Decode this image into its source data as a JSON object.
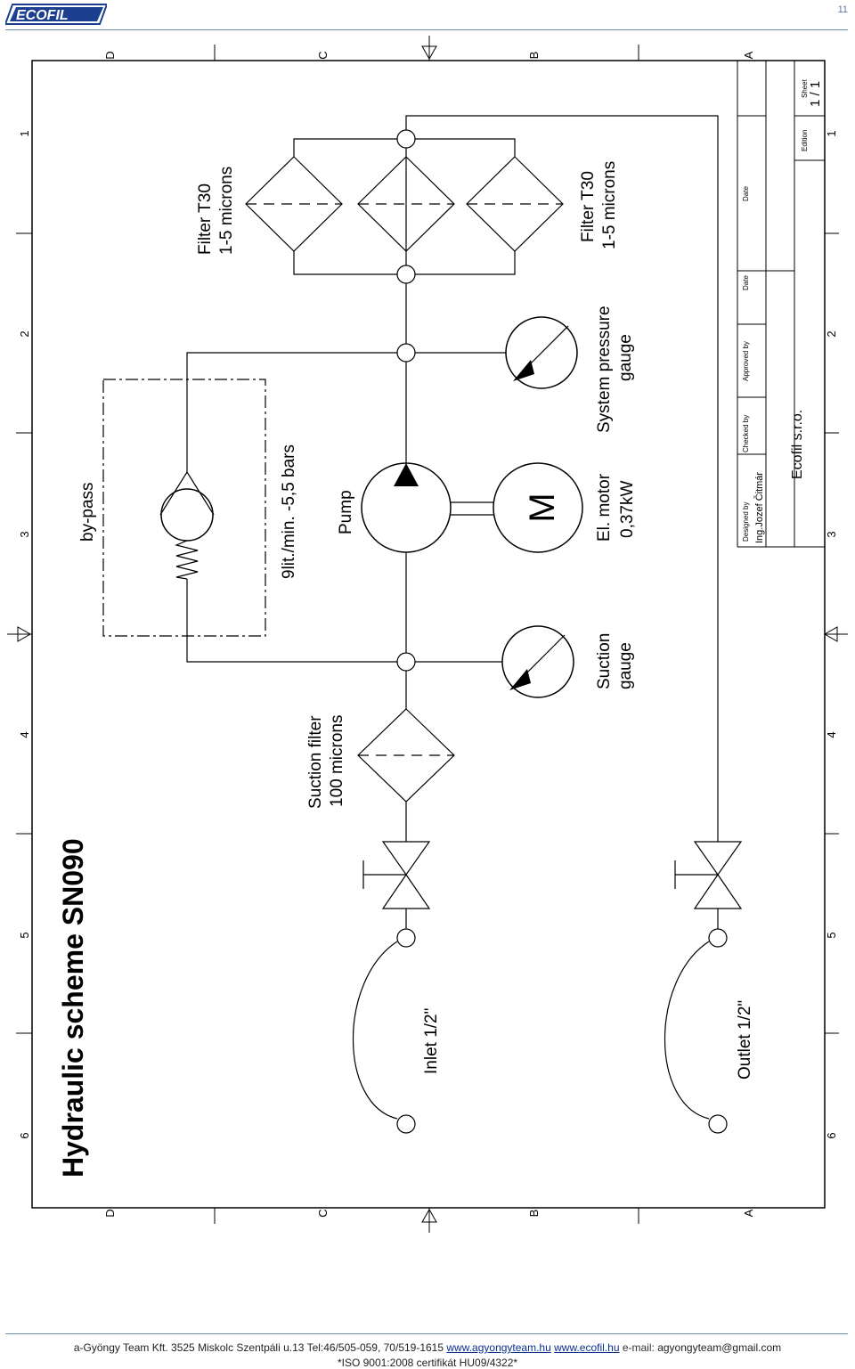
{
  "header": {
    "logo_text": "ECOFIL",
    "page_number": "11"
  },
  "drawing": {
    "title": "Hydraulic scheme SN090",
    "border_letters": [
      "D",
      "C",
      "B",
      "A"
    ],
    "border_numbers": [
      "1",
      "2",
      "3",
      "4",
      "5",
      "6"
    ],
    "labels": {
      "filter_top_1": "Filter T30",
      "filter_top_2": "1-5 microns",
      "filter_right_1": "Filter T30",
      "filter_right_2": "1-5 microns",
      "bypass": "by-pass",
      "flow_1": "9lit./min. -5,5 bars",
      "pump": "Pump",
      "motor_1": "El. motor",
      "motor_2": "0,37kW",
      "motor_symbol": "M",
      "pressure_gauge_1": "System pressure",
      "pressure_gauge_2": "gauge",
      "suction_filter_1": "Suction filter",
      "suction_filter_2": "100 microns",
      "suction_gauge_1": "Suction",
      "suction_gauge_2": "gauge",
      "inlet": "Inlet 1/2\"",
      "outlet": "Outlet 1/2\""
    },
    "title_block": {
      "sheet_label": "Sheet",
      "sheet_value": "1 / 1",
      "edition_label": "Edition",
      "date_label_1": "Date",
      "date_label_2": "Date",
      "approved_label": "Approved by",
      "checked_label": "Checked by",
      "designed_label": "Designed by",
      "designer": "Ing.Jozef Čitmár",
      "company": "Ecofil s.r.o."
    }
  },
  "footer": {
    "address": "a-Gyöngy Team Kft. 3525 Miskolc  Szentpáli u.13  Tel:46/505-059, 70/519-1615",
    "link_1": "www.agyongyteam.hu",
    "link_2": "www.ecofil.hu",
    "email_label": "e-mail:",
    "email": "agyongyteam@gmail.com",
    "certificate": "*ISO 9001:2008  certifikát HU09/4322*"
  }
}
